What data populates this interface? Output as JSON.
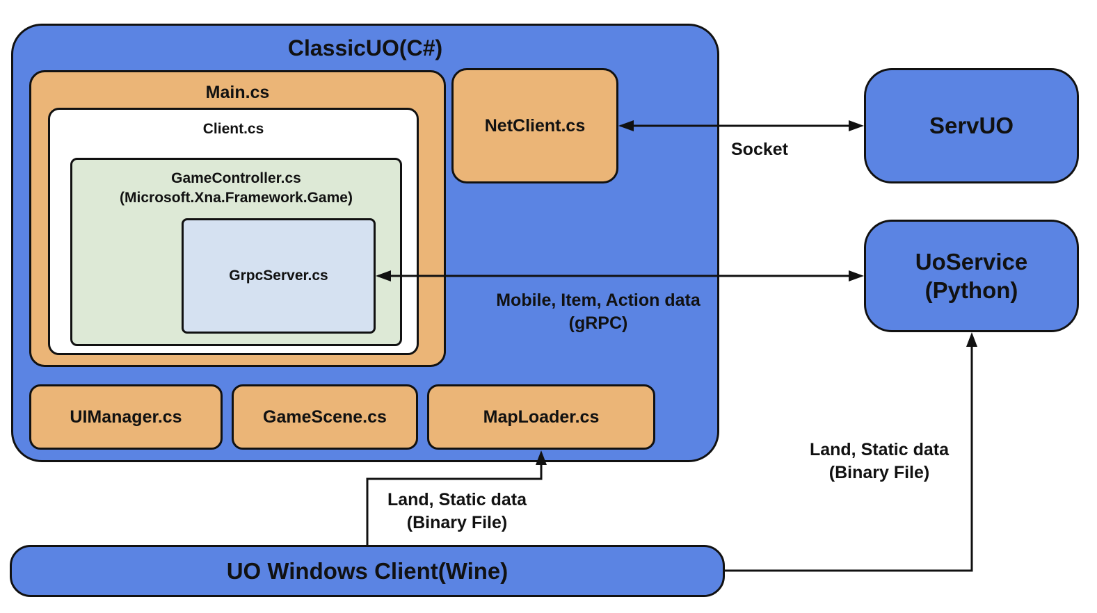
{
  "classicuo": {
    "title": "ClassicUO(C#)"
  },
  "main": {
    "title": "Main.cs"
  },
  "client": {
    "title": "Client.cs"
  },
  "game_controller": {
    "line1": "GameController.cs",
    "line2": "(Microsoft.Xna.Framework.Game)"
  },
  "grpc_server": {
    "title": "GrpcServer.cs"
  },
  "net_client": {
    "title": "NetClient.cs"
  },
  "ui_manager": {
    "title": "UIManager.cs"
  },
  "game_scene": {
    "title": "GameScene.cs"
  },
  "map_loader": {
    "title": "MapLoader.cs"
  },
  "servuo": {
    "title": "ServUO"
  },
  "uoservice": {
    "line1": "UoService",
    "line2": "(Python)"
  },
  "uo_windows_client": {
    "title": "UO Windows Client(Wine)"
  },
  "edges": {
    "socket": {
      "label": "Socket"
    },
    "grpc": {
      "line1": "Mobile, Item, Action data",
      "line2": "(gRPC)"
    },
    "maploader_feed": {
      "line1": "Land, Static data",
      "line2": "(Binary File)"
    },
    "uoservice_feed": {
      "line1": "Land, Static data",
      "line2": "(Binary File)"
    }
  },
  "colors": {
    "blue": "#5b84e3",
    "orange": "#ebb577",
    "green": "#dde9d6",
    "light_blue": "#d5e1f1",
    "stroke": "#111111"
  }
}
